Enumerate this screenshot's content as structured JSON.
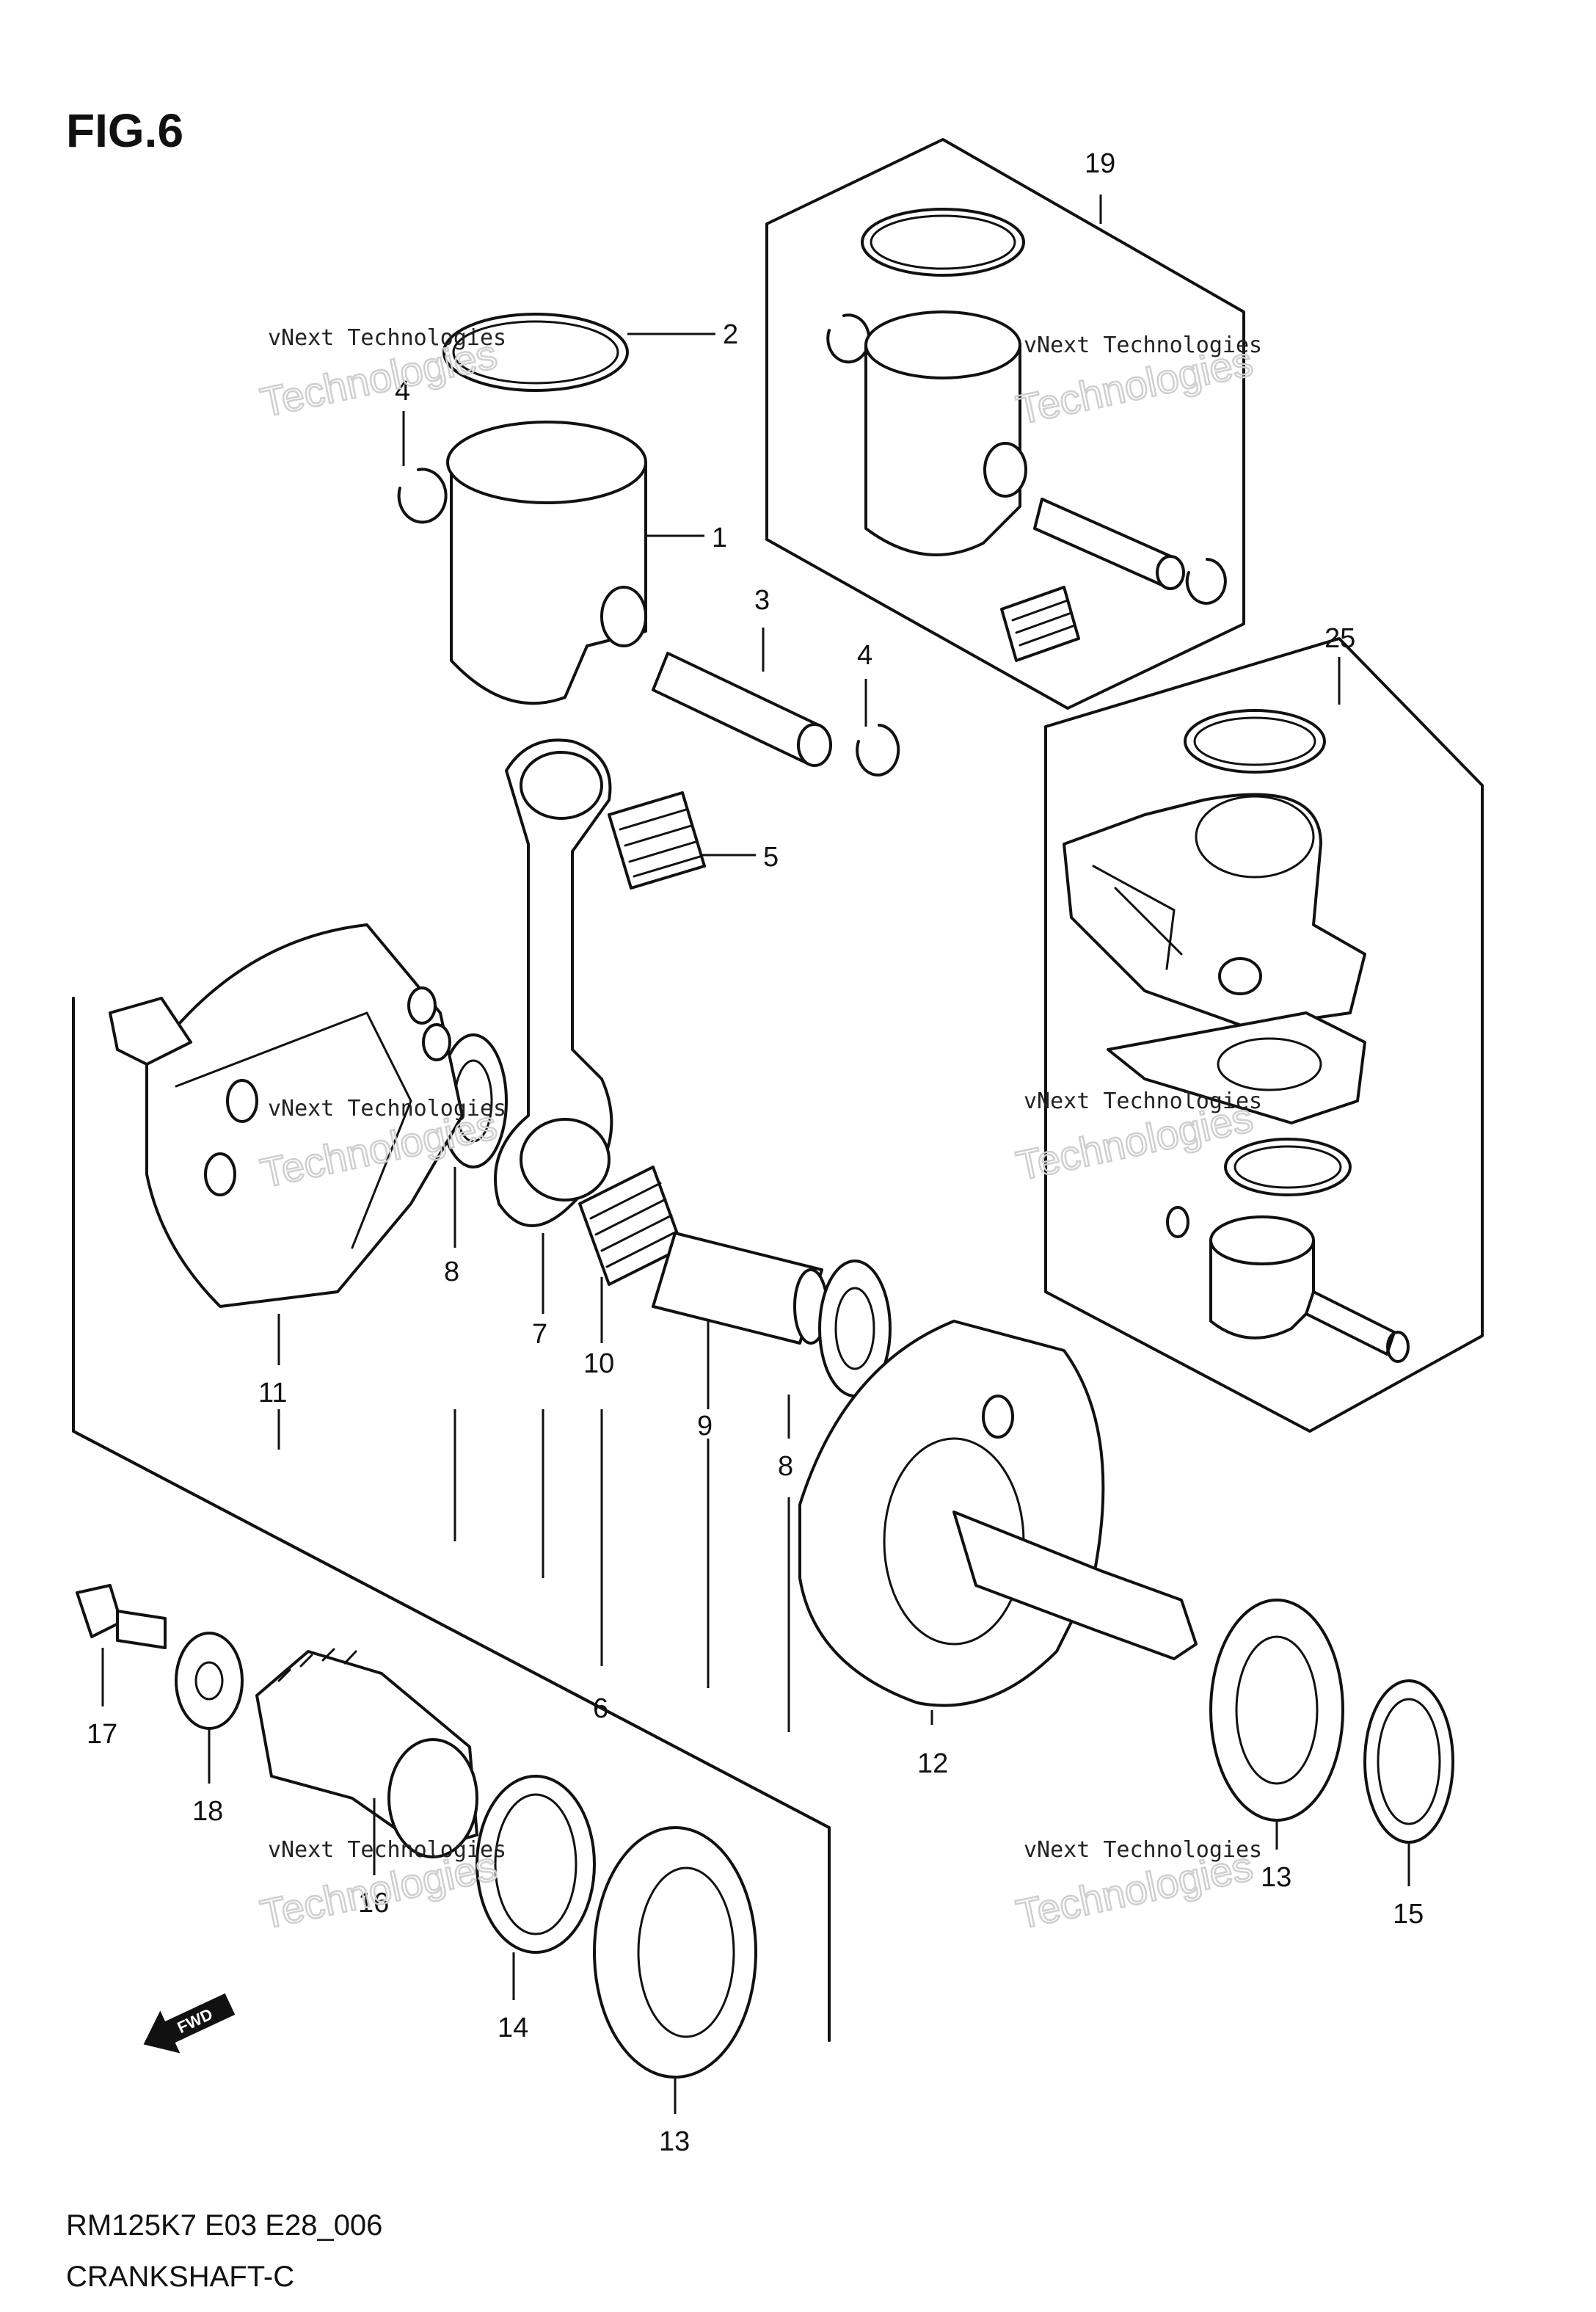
{
  "figure": {
    "title": "FIG.6",
    "model_code": "RM125K7 E03 E28_006",
    "section_name": "CRANKSHAFT-C"
  },
  "callouts": {
    "p1": "1",
    "p2": "2",
    "p3": "3",
    "p4a": "4",
    "p4b": "4",
    "p5": "5",
    "p6": "6",
    "p7": "7",
    "p8a": "8",
    "p8b": "8",
    "p9": "9",
    "p10": "10",
    "p11": "11",
    "p12": "12",
    "p13a": "13",
    "p13b": "13",
    "p14": "14",
    "p15": "15",
    "p16": "16",
    "p17": "17",
    "p18": "18",
    "p19": "19",
    "p25": "25"
  },
  "watermark": {
    "line1": "vNext Technologies",
    "line2": "Technologies"
  },
  "fwd_marker": {
    "label": "FWD",
    "icon": "forward-arrow-icon"
  }
}
